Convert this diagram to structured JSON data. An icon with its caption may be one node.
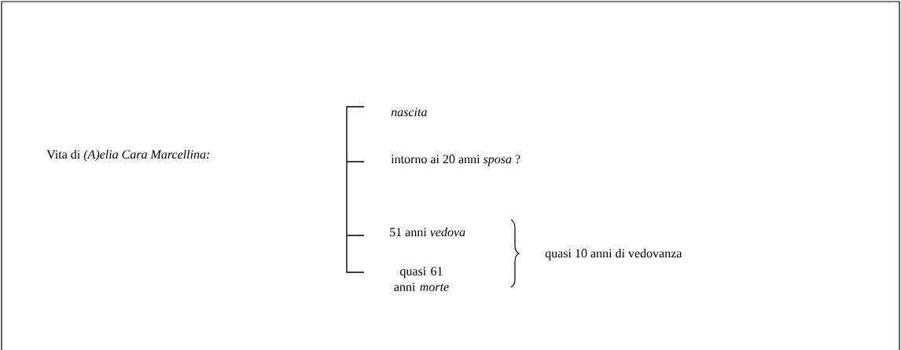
{
  "diagram": {
    "labels": [
      "Vita di *(A)elia Cara Marcellina:*",
      "nascita",
      "intorno ai 20 anni *sposa* ?",
      "51 anni *vedova*",
      "quasi 10 anni di vedovanza",
      "quasi 61 anni *morte*"
    ]
  }
}
